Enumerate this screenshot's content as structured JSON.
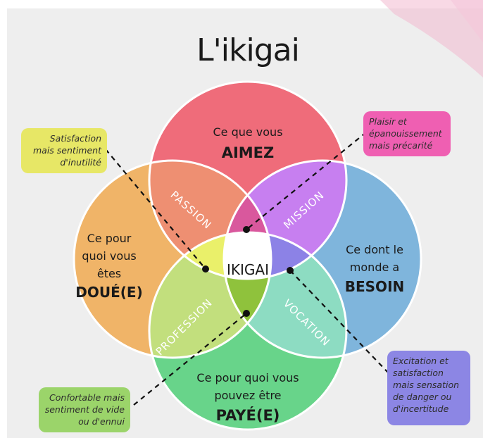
{
  "title": "L'ikigai",
  "circles": {
    "top": {
      "line1": "Ce que vous",
      "line2": "AIMEZ",
      "color": "#ef6c7a"
    },
    "left": {
      "line1": "Ce pour",
      "line2": "quoi vous",
      "line3": "êtes",
      "line4": "DOUÉ(E)",
      "color": "#f0b468"
    },
    "right": {
      "line1": "Ce dont le",
      "line2": "monde a",
      "line3": "BESOIN",
      "color": "#7fb5dc"
    },
    "bottom": {
      "line1": "Ce pour quoi vous",
      "line2": "pouvez être",
      "line3": "PAYÉ(E)",
      "color": "#68d48a"
    }
  },
  "overlaps": {
    "passion": "PASSION",
    "mission": "MISSION",
    "profession": "PROFESSION",
    "vocation": "VOCATION",
    "center": "IKIGAI"
  },
  "callouts": {
    "top_left": {
      "text": "Satisfaction mais sentiment d'inutilité",
      "color": "#e7e766"
    },
    "top_right": {
      "text": "Plaisir et épanouissement mais précarité",
      "color": "#ef5fb2"
    },
    "bottom_left": {
      "text": "Confortable mais sentiment de vide ou d'ennui",
      "color": "#9bd46a"
    },
    "bottom_right": {
      "text": "Excitation et satisfaction mais sensation de danger ou d'incertitude",
      "color": "#8c86e4"
    }
  },
  "colors": {
    "passion": "#ee8f72",
    "mission": "#c77ff0",
    "profession": "#c2df7d",
    "vocation": "#8ddcc2",
    "inner_left": "#eaf06a",
    "inner_right": "#8c82e6",
    "inner_top": "#d9589d",
    "inner_bottom": "#8fc23c"
  }
}
